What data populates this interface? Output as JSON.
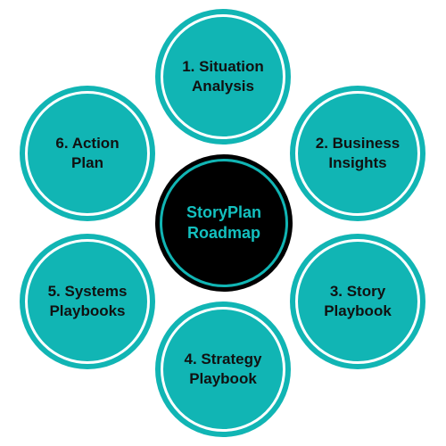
{
  "center": {
    "label": "StoryPlan\nRoadmap"
  },
  "nodes": [
    {
      "label": "1. Situation\nAnalysis"
    },
    {
      "label": "2. Business\nInsights"
    },
    {
      "label": "3. Story\nPlaybook"
    },
    {
      "label": "4. Strategy\nPlaybook"
    },
    {
      "label": "5. Systems\nPlaybooks"
    },
    {
      "label": "6. Action\nPlan"
    }
  ],
  "colors": {
    "teal": "#11b5b4",
    "center_fill": "#000000",
    "center_text": "#13c0bf",
    "node_text": "#111111",
    "ring": "#ffffff"
  }
}
